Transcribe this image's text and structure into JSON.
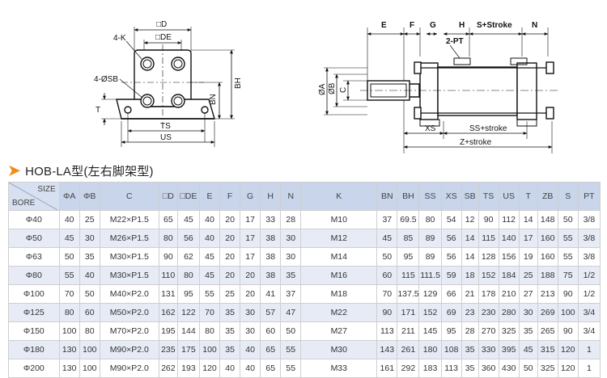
{
  "drawing_labels": {
    "left": {
      "d": "□D",
      "de": "□DE",
      "k": "4-K",
      "sb": "4-ØSB",
      "t": "T",
      "bn": "BN",
      "bh": "BH",
      "ts": "TS",
      "us": "US"
    },
    "right": {
      "e": "E",
      "f": "F",
      "g": "G",
      "h": "H",
      "s_stroke": "S+Stroke",
      "n": "N",
      "pt": "2-PT",
      "a": "ØA",
      "b": "ØB",
      "c": "C",
      "xs": "XS",
      "ss_stroke": "SS+stroke",
      "z_stroke": "Z+stroke"
    }
  },
  "title": {
    "arrow": "➤",
    "text": "HOB-LA型(左右脚架型)"
  },
  "table": {
    "corner_size": "SIZE",
    "corner_bore": "BORE",
    "headers": [
      "ΦA",
      "ΦB",
      "C",
      "□D",
      "□DE",
      "E",
      "F",
      "G",
      "H",
      "N",
      "K",
      "BN",
      "BH",
      "SS",
      "XS",
      "SB",
      "TS",
      "US",
      "T",
      "ZB",
      "S",
      "PT"
    ],
    "rows": [
      {
        "bore": "Φ40",
        "cells": [
          "40",
          "25",
          "M22×P1.5",
          "65",
          "45",
          "40",
          "20",
          "17",
          "33",
          "28",
          "M10",
          "37",
          "69.5",
          "80",
          "54",
          "12",
          "90",
          "112",
          "14",
          "148",
          "50",
          "3/8"
        ]
      },
      {
        "bore": "Φ50",
        "cells": [
          "45",
          "30",
          "M26×P1.5",
          "80",
          "56",
          "40",
          "20",
          "17",
          "38",
          "30",
          "M12",
          "45",
          "85",
          "89",
          "56",
          "14",
          "115",
          "140",
          "17",
          "160",
          "55",
          "3/8"
        ]
      },
      {
        "bore": "Φ63",
        "cells": [
          "50",
          "35",
          "M30×P1.5",
          "90",
          "62",
          "45",
          "20",
          "17",
          "38",
          "30",
          "M14",
          "50",
          "95",
          "89",
          "56",
          "14",
          "128",
          "156",
          "19",
          "160",
          "55",
          "3/8"
        ]
      },
      {
        "bore": "Φ80",
        "cells": [
          "55",
          "40",
          "M30×P1.5",
          "110",
          "80",
          "45",
          "20",
          "20",
          "38",
          "35",
          "M16",
          "60",
          "115",
          "111.5",
          "59",
          "18",
          "152",
          "184",
          "25",
          "188",
          "75",
          "1/2"
        ]
      },
      {
        "bore": "Φ100",
        "cells": [
          "70",
          "50",
          "M40×P2.0",
          "131",
          "95",
          "55",
          "25",
          "20",
          "41",
          "37",
          "M18",
          "70",
          "137.5",
          "129",
          "66",
          "21",
          "178",
          "210",
          "27",
          "213",
          "90",
          "1/2"
        ]
      },
      {
        "bore": "Φ125",
        "cells": [
          "80",
          "60",
          "M50×P2.0",
          "162",
          "122",
          "70",
          "35",
          "30",
          "57",
          "47",
          "M22",
          "90",
          "171",
          "152",
          "69",
          "23",
          "230",
          "280",
          "30",
          "269",
          "100",
          "3/4"
        ]
      },
      {
        "bore": "Φ150",
        "cells": [
          "100",
          "80",
          "M70×P2.0",
          "195",
          "144",
          "80",
          "35",
          "30",
          "60",
          "50",
          "M27",
          "113",
          "211",
          "145",
          "95",
          "28",
          "270",
          "325",
          "35",
          "265",
          "90",
          "3/4"
        ]
      },
      {
        "bore": "Φ180",
        "cells": [
          "130",
          "100",
          "M90×P2.0",
          "235",
          "175",
          "100",
          "35",
          "40",
          "65",
          "55",
          "M30",
          "143",
          "261",
          "180",
          "108",
          "35",
          "330",
          "395",
          "45",
          "315",
          "120",
          "1"
        ]
      },
      {
        "bore": "Φ200",
        "cells": [
          "130",
          "100",
          "M90×P2.0",
          "262",
          "193",
          "120",
          "40",
          "40",
          "65",
          "55",
          "M33",
          "161",
          "292",
          "183",
          "113",
          "35",
          "360",
          "430",
          "50",
          "325",
          "120",
          "1"
        ]
      }
    ]
  }
}
